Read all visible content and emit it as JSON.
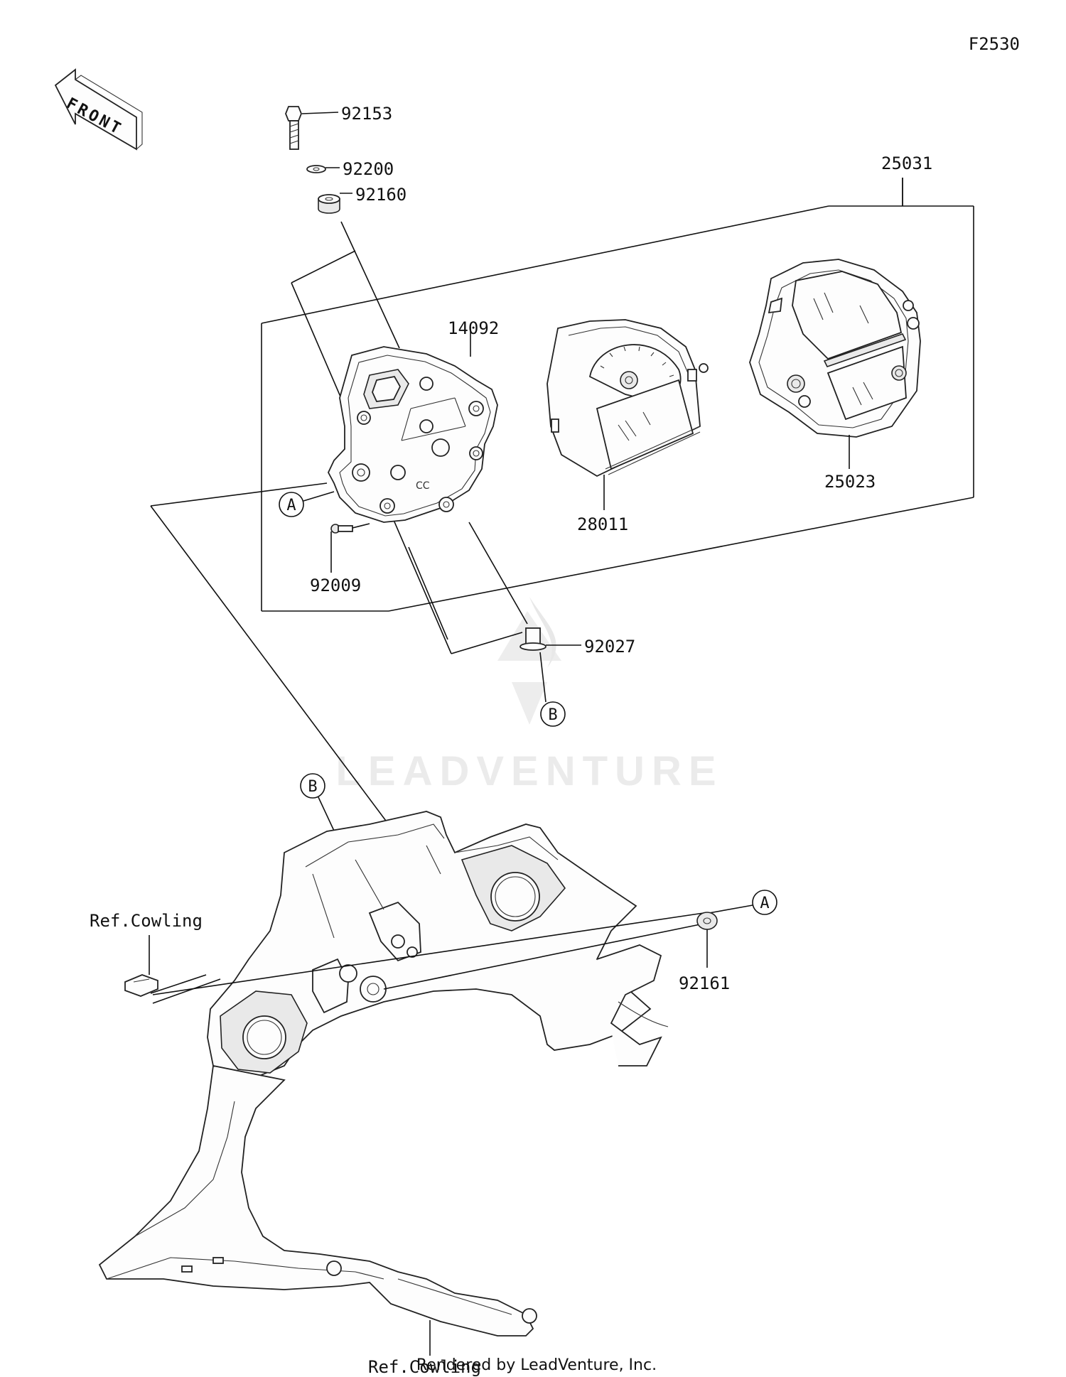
{
  "figure_code": "F2530",
  "front_arrow_label": "FRONT",
  "watermark": "LEADVENTURE",
  "footer": "Rendered by LeadVenture, Inc.",
  "callouts": {
    "p92153": "92153",
    "p92200": "92200",
    "p92160": "92160",
    "p25031": "25031",
    "p14092": "14092",
    "p28011": "28011",
    "p25023": "25023",
    "p92009": "92009",
    "p92027": "92027",
    "p92161": "92161",
    "ref_cowling_top": "Ref.Cowling",
    "ref_cowling_bottom": "Ref.Cowling"
  },
  "markers": {
    "a_upper": "A",
    "b_upper": "B",
    "b_lower": "B",
    "a_lower": "A"
  }
}
